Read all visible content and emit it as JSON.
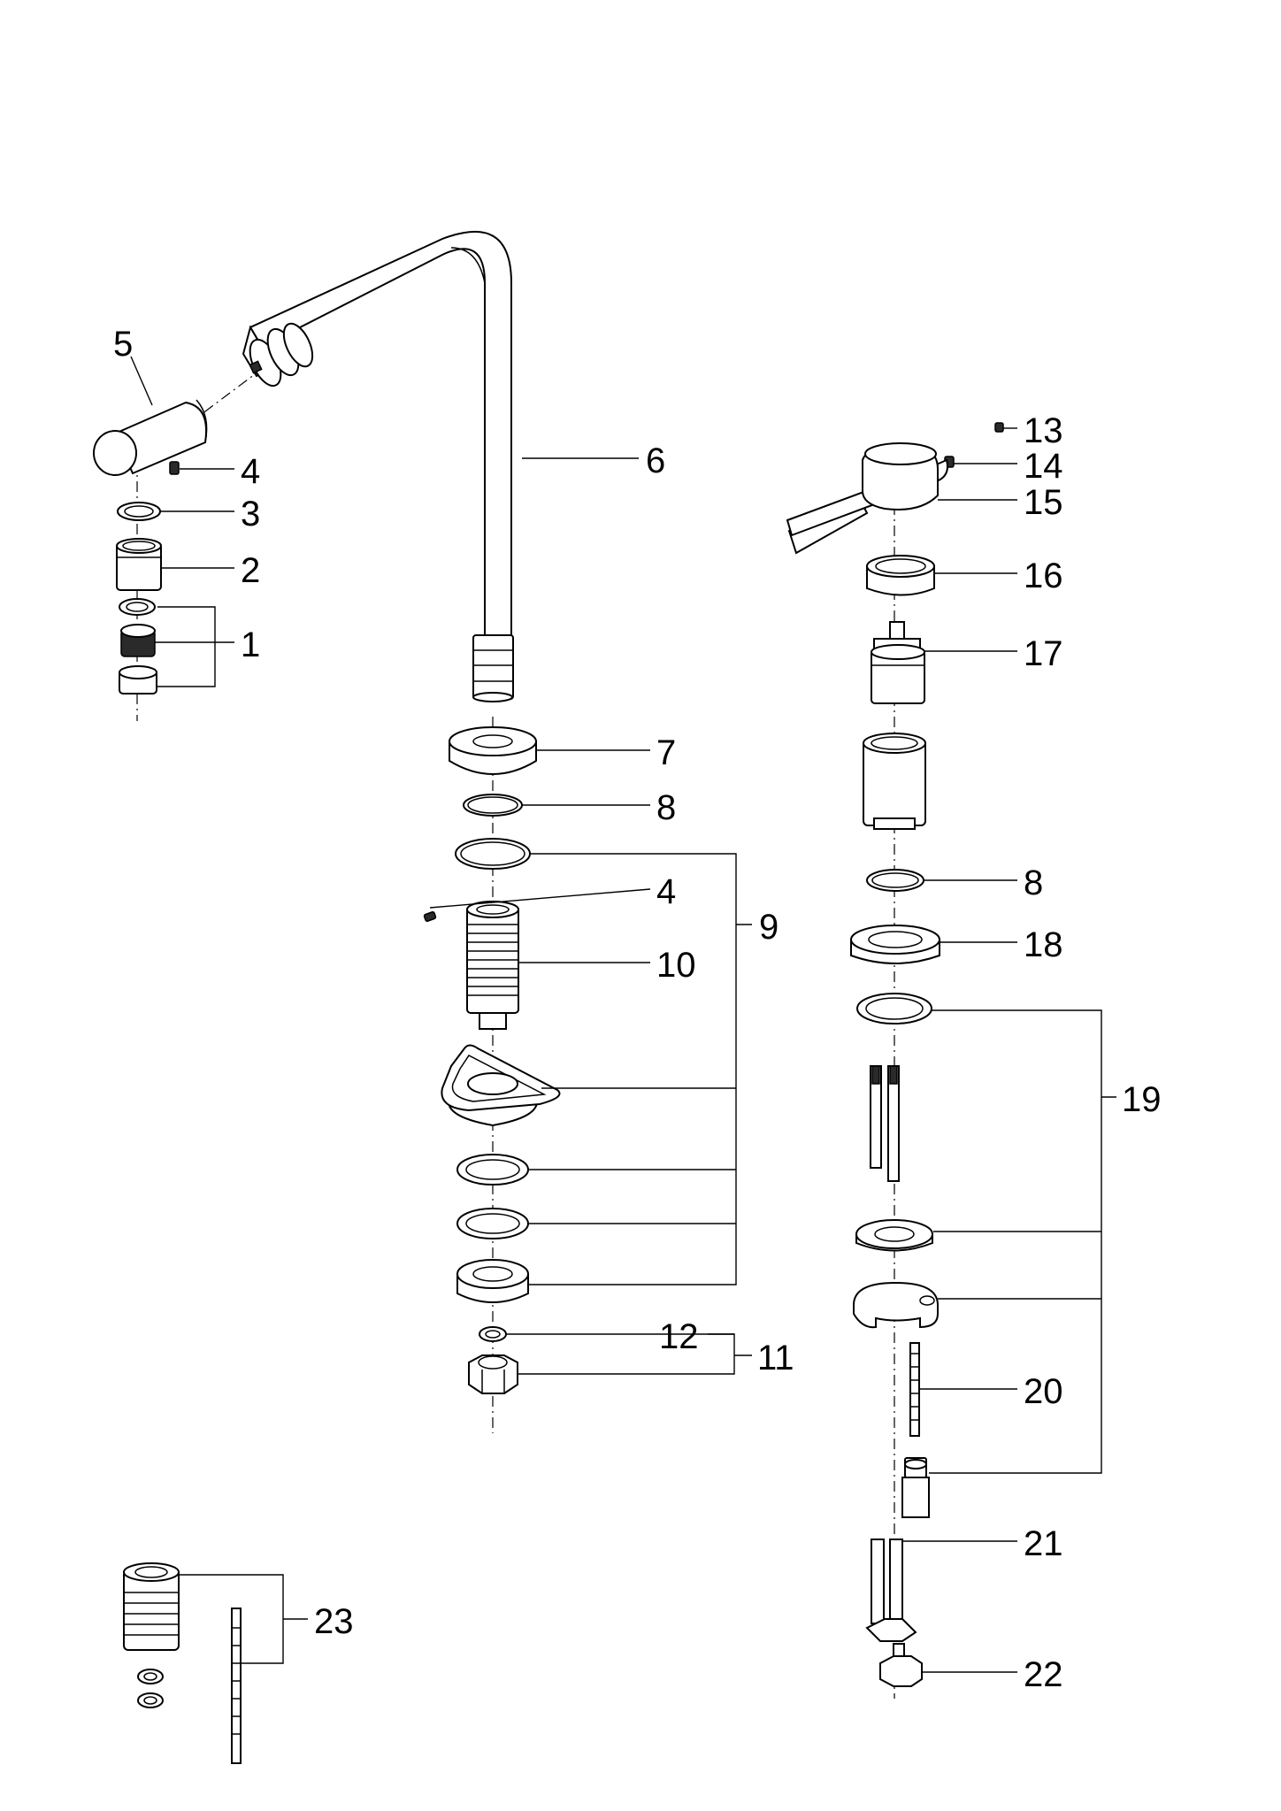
{
  "labels": {
    "l1": "1",
    "l2": "2",
    "l3": "3",
    "l4a": "4",
    "l5": "5",
    "l6": "6",
    "l7": "7",
    "l8a": "8",
    "l9": "9",
    "l4b": "4",
    "l10": "10",
    "l12": "12",
    "l11": "11",
    "l13": "13",
    "l14": "14",
    "l15": "15",
    "l16": "16",
    "l17": "17",
    "l8b": "8",
    "l18": "18",
    "l19": "19",
    "l20": "20",
    "l21": "21",
    "l22": "22",
    "l23": "23"
  }
}
